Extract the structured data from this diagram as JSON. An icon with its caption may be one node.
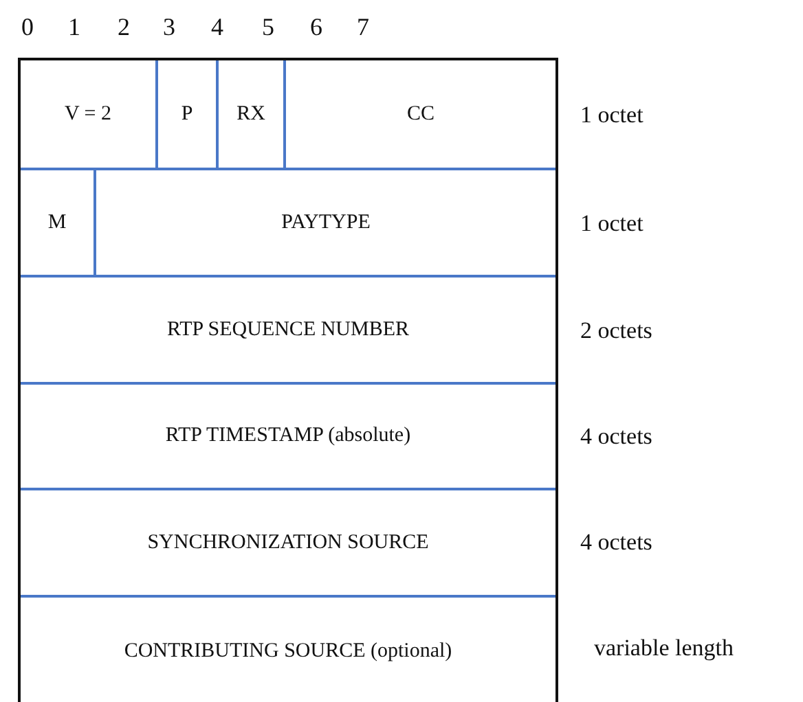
{
  "diagram": {
    "nodes": [
      {
        "text": [
          "V = 2"
        ]
      },
      {
        "text": [
          "P"
        ]
      },
      {
        "text": [
          "RX"
        ]
      },
      {
        "text": [
          "CC"
        ]
      },
      {
        "text": [
          "M"
        ]
      },
      {
        "text": [
          "PAYTYPE"
        ]
      },
      {
        "text": [
          "RTP SEQUENCE NUMBER"
        ]
      },
      {
        "text": [
          "RTP TIMESTAMP (absolute)"
        ]
      },
      {
        "text": [
          "SYNCHRONIZATION SOURCE"
        ]
      },
      {
        "text": [
          "CONTRIBUTING SOURCE (optional)"
        ]
      }
    ],
    "labels": [
      "0",
      "1",
      "2",
      "3",
      "4",
      "5",
      "6",
      "7",
      "1 octet",
      "1 octet",
      "2 octets",
      "4 octets",
      "4 octets",
      "variable length"
    ]
  }
}
